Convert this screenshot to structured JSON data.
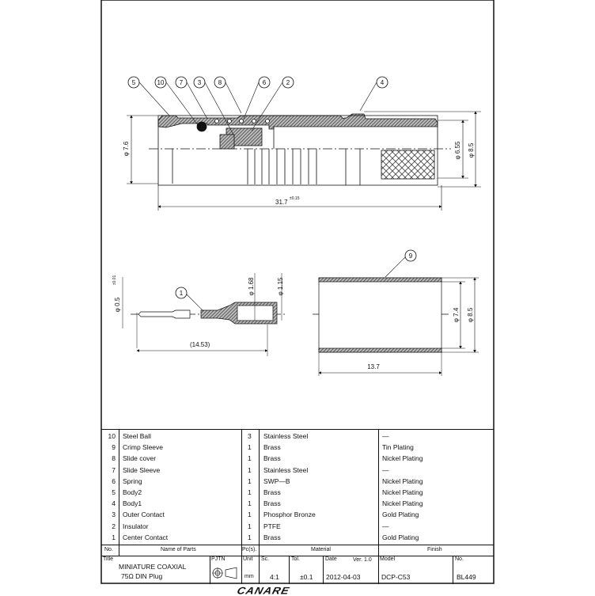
{
  "drawing": {
    "main_view": {
      "balloons": [
        "5",
        "10",
        "7",
        "3",
        "8",
        "6",
        "2",
        "4"
      ],
      "dims": {
        "dia_left": "φ 7.6",
        "dia_inner": "φ 6.55",
        "dia_outer": "φ 8.5",
        "length": "31.7",
        "length_tol": "±0.15"
      }
    },
    "contact_view": {
      "balloon": "1",
      "dims": {
        "dia_tip": "φ 0.5",
        "dia_tip_tol": "±0.01",
        "dia_mid": "φ 1.68",
        "dia_end": "φ 1.15",
        "length": "(14.53)"
      }
    },
    "sleeve_view": {
      "balloon": "9",
      "dims": {
        "dia_inner": "φ 7.4",
        "dia_outer": "φ 8.5",
        "length": "13.7"
      }
    }
  },
  "parts_table": {
    "rows": [
      {
        "no": "10",
        "name": "Steel Ball",
        "pcs": "3",
        "material": "Stainless Steel",
        "finish": "—"
      },
      {
        "no": "9",
        "name": "Crimp Sleeve",
        "pcs": "1",
        "material": "Brass",
        "finish": "Tin Plating"
      },
      {
        "no": "8",
        "name": "Slide cover",
        "pcs": "1",
        "material": "Brass",
        "finish": "Nickel Plating"
      },
      {
        "no": "7",
        "name": "Slide Sleeve",
        "pcs": "1",
        "material": "Stainless Steel",
        "finish": "—"
      },
      {
        "no": "6",
        "name": "Spring",
        "pcs": "1",
        "material": "SWP—B",
        "finish": "Nickel Plating"
      },
      {
        "no": "5",
        "name": "Body2",
        "pcs": "1",
        "material": "Brass",
        "finish": "Nickel Plating"
      },
      {
        "no": "4",
        "name": "Body1",
        "pcs": "1",
        "material": "Brass",
        "finish": "Nickel Plating"
      },
      {
        "no": "3",
        "name": "Outer Contact",
        "pcs": "1",
        "material": "Phosphor Bronze",
        "finish": "Gold Plating"
      },
      {
        "no": "2",
        "name": "Insulator",
        "pcs": "1",
        "material": "PTFE",
        "finish": "—"
      },
      {
        "no": "1",
        "name": "Center Contact",
        "pcs": "1",
        "material": "Brass",
        "finish": "Gold Plating"
      }
    ],
    "headers": {
      "no": "No.",
      "name": "Name of Parts",
      "pcs": "Pc(s).",
      "material": "Material",
      "finish": "Finish"
    }
  },
  "title_block": {
    "title_label": "Title",
    "title_line1": "MINIATURE  COAXIAL",
    "title_line2": "75Ω  DIN  Plug",
    "pjtn_label": "PJTN",
    "unit_label": "Unit",
    "unit": "mm",
    "scale_label": "Sc.",
    "scale": "4:1",
    "tol_label": "Tol.",
    "tol": "±0.1",
    "date_label": "Date",
    "version": "Ver. 1.0",
    "date": "2012-04-03",
    "model_label": "Model",
    "model": "DCP-C53",
    "no_label": "No.",
    "no": "BL449"
  },
  "logo": "CANARE"
}
